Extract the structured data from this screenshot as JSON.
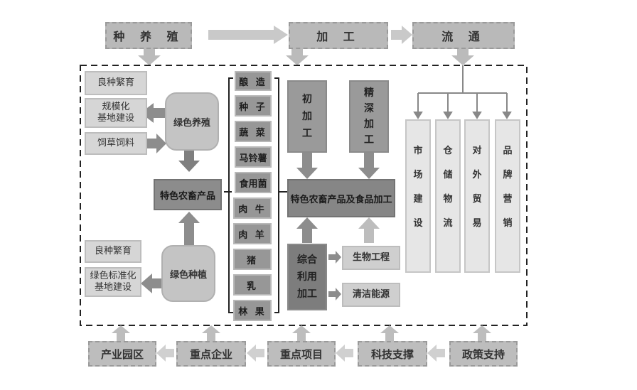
{
  "top_flow": {
    "stages": [
      "种 养 殖",
      "加 工",
      "流 通"
    ]
  },
  "breeding": {
    "upper_left_boxes": [
      "良种繁育",
      "规模化\n基地建设",
      "饲草饲料"
    ],
    "green_breeding": "绿色养殖",
    "featured_products": "特色农畜产品",
    "lower_left_boxes": [
      "良种繁育",
      "绿色标准化\n基地建设"
    ],
    "green_planting": "绿色种植"
  },
  "product_list": [
    "酿 造",
    "种 子",
    "蔬 菜",
    "马铃薯",
    "食用菌",
    "肉 牛",
    "肉 羊",
    "猪",
    "乳",
    "林 果"
  ],
  "processing": {
    "primary": [
      "初",
      "加",
      "工"
    ],
    "deep": [
      "精",
      "深",
      "加",
      "工"
    ],
    "main": "特色农畜产品及食品加工",
    "comprehensive": [
      "综合",
      "利用",
      "加工"
    ],
    "bio_engineering": "生物工程",
    "clean_energy": "清洁能源"
  },
  "circulation": {
    "columns": [
      [
        "市",
        "场",
        "建",
        "设"
      ],
      [
        "仓",
        "储",
        "物",
        "流"
      ],
      [
        "对",
        "外",
        "贸",
        "易"
      ],
      [
        "品",
        "牌",
        "营",
        "销"
      ]
    ]
  },
  "bottom_flow": {
    "items": [
      "产业园区",
      "重点企业",
      "重点项目",
      "科技支撑",
      "政策支持"
    ]
  }
}
